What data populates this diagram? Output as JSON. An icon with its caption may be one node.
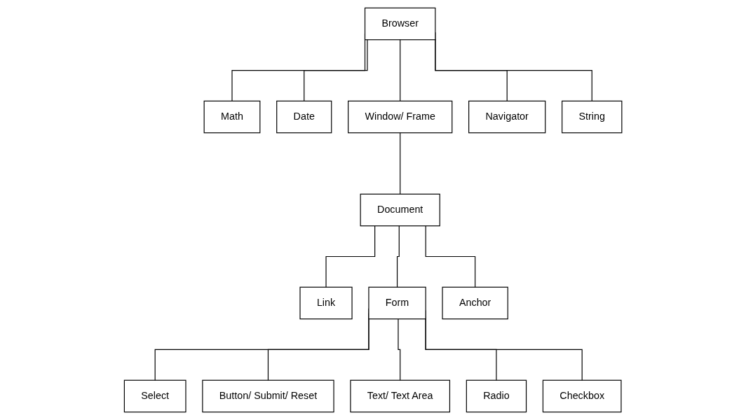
{
  "diagram": {
    "nodes": [
      {
        "text": [
          "Browser"
        ]
      },
      {
        "text": [
          "Math"
        ]
      },
      {
        "text": [
          "Date"
        ]
      },
      {
        "text": [
          "Window/ Frame"
        ]
      },
      {
        "text": [
          "Navigator"
        ]
      },
      {
        "text": [
          "String"
        ]
      },
      {
        "text": [
          "Document"
        ]
      },
      {
        "text": [
          "Link"
        ]
      },
      {
        "text": [
          "Form"
        ]
      },
      {
        "text": [
          "Anchor"
        ]
      },
      {
        "text": [
          "Select"
        ]
      },
      {
        "text": [
          "Button/ Submit/ Reset"
        ]
      },
      {
        "text": [
          "Text/ Text Area"
        ]
      },
      {
        "text": [
          "Radio"
        ]
      },
      {
        "text": [
          "Checkbox"
        ]
      }
    ],
    "edges": [
      {
        "from": 0,
        "to": 1,
        "arrow": "none"
      },
      {
        "from": 0,
        "to": 2,
        "arrow": "none"
      },
      {
        "from": 0,
        "to": 3,
        "arrow": "none"
      },
      {
        "from": 0,
        "to": 4,
        "arrow": "none"
      },
      {
        "from": 0,
        "to": 5,
        "arrow": "none"
      },
      {
        "from": 3,
        "to": 6,
        "arrow": "none"
      },
      {
        "from": 6,
        "to": 7,
        "arrow": "none"
      },
      {
        "from": 6,
        "to": 8,
        "arrow": "none"
      },
      {
        "from": 6,
        "to": 9,
        "arrow": "none"
      },
      {
        "from": 8,
        "to": 10,
        "arrow": "none"
      },
      {
        "from": 8,
        "to": 11,
        "arrow": "none"
      },
      {
        "from": 8,
        "to": 12,
        "arrow": "none"
      },
      {
        "from": 8,
        "to": 13,
        "arrow": "none"
      },
      {
        "from": 8,
        "to": 14,
        "arrow": "none"
      }
    ]
  }
}
